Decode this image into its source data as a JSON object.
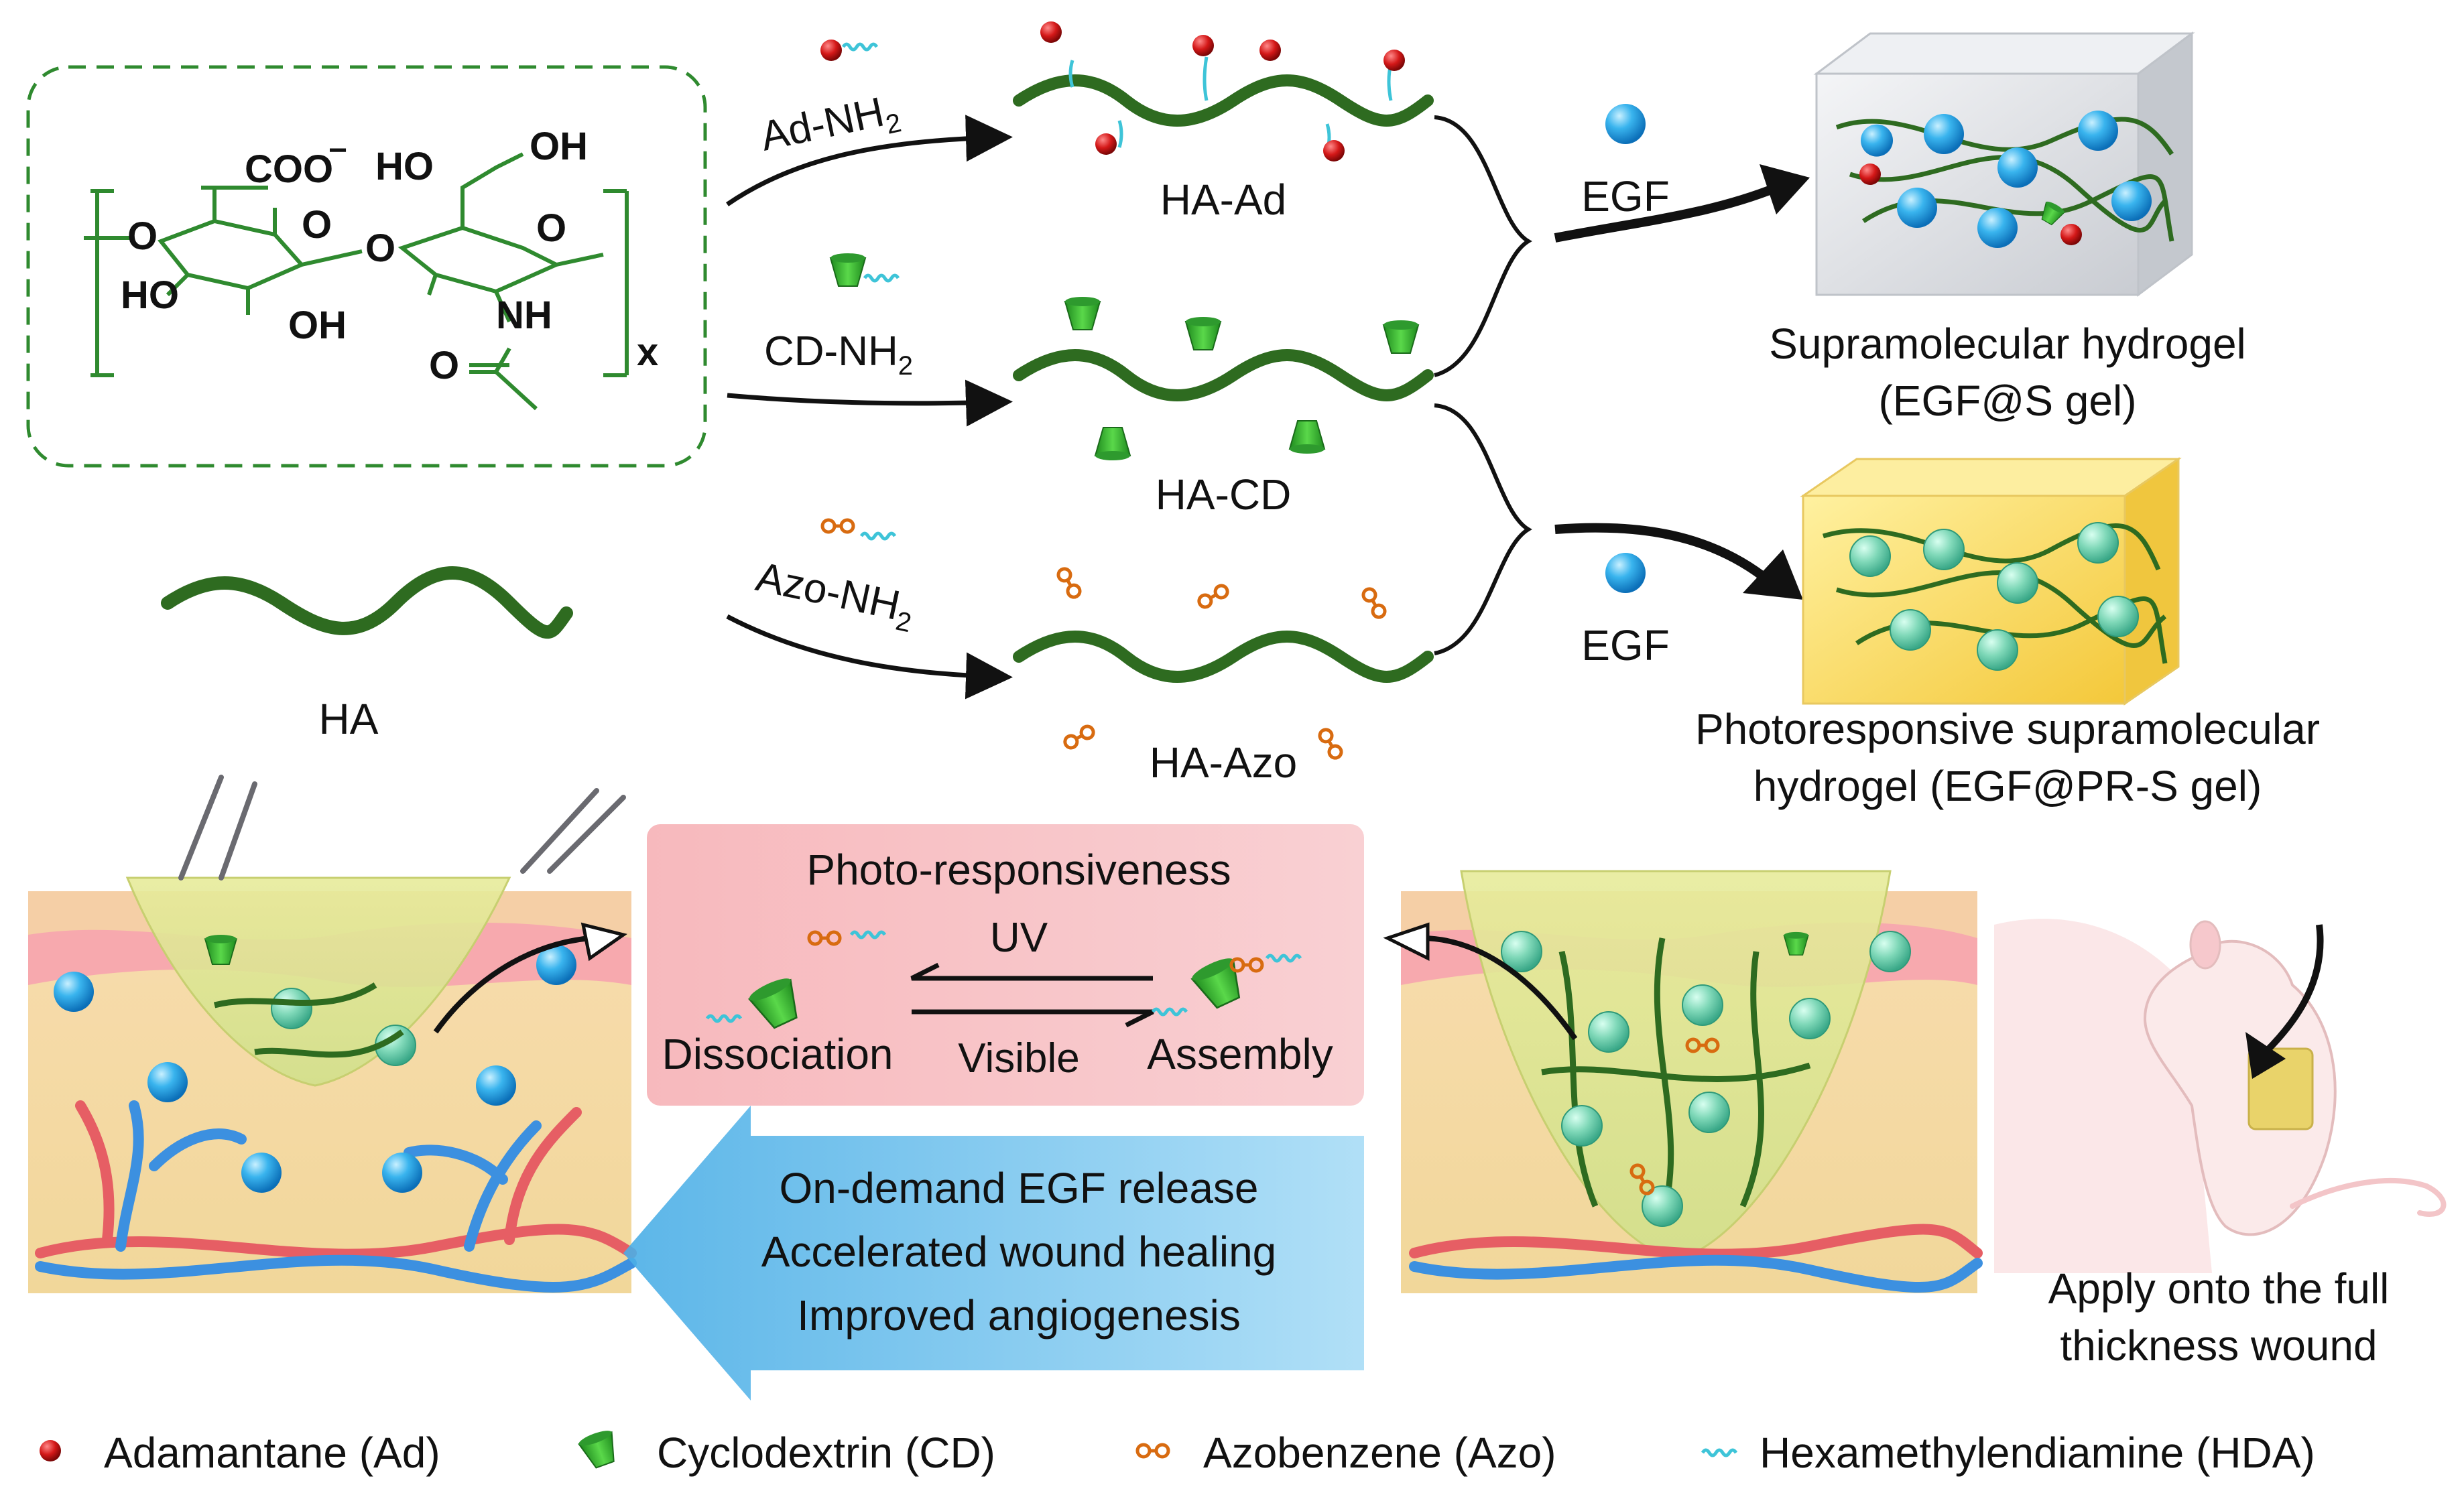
{
  "structure": {
    "cooh": "COO",
    "charge": "−",
    "ho_top": "HO",
    "oh_top": "OH",
    "o_link": "O",
    "o_ring1": "O",
    "o_ring2": "O",
    "ho_left": "HO",
    "oh_bottom": "OH",
    "nh": "NH",
    "o_carbonyl": "O",
    "x": "x"
  },
  "reagents": {
    "ad": "Ad-NH",
    "cd": "CD-NH",
    "azo": "Azo-NH",
    "sub2": "2"
  },
  "polymers": {
    "ha": "HA",
    "ha_ad": "HA-Ad",
    "ha_cd": "HA-CD",
    "ha_azo": "HA-Azo"
  },
  "egf": {
    "top": "EGF",
    "bottom": "EGF"
  },
  "gels": {
    "s_line1": "Supramolecular hydrogel",
    "s_line2": "(EGF@S gel)",
    "pr_line1": "Photoresponsive supramolecular",
    "pr_line2": "hydrogel (EGF@PR-S gel)"
  },
  "photo": {
    "title": "Photo-responsiveness",
    "uv": "UV",
    "visible": "Visible",
    "dissociation": "Dissociation",
    "assembly": "Assembly",
    "uv_color": "#7a2a9a",
    "visible_color": "#2a3de0"
  },
  "outcomes": {
    "line1": "On-demand EGF release",
    "line2": "Accelerated wound healing",
    "line3": "Improved angiogenesis"
  },
  "mouse": {
    "line1": "Apply onto the full",
    "line2": "thickness wound"
  },
  "legend": {
    "ad": "Adamantane (Ad)",
    "cd": "Cyclodextrin (CD)",
    "azo": "Azobenzene (Azo)",
    "hda": "Hexamethylendiamine (HDA)"
  },
  "colors": {
    "ha_green": "#2e6b20",
    "chem_green": "#2f8a2f",
    "ad_red": "#d41818",
    "cd_green": "#46c83a",
    "azo_orange": "#e07a1a",
    "hda_cyan": "#3ec4d8",
    "egf_blue": "#2aa6e6",
    "pink_panel": "#f6c3c6",
    "blue_arrow": "#5cb8ea"
  },
  "icons": [
    "adamantane-icon",
    "cyclodextrin-icon",
    "azobenzene-icon",
    "hda-linker-icon",
    "egf-sphere-icon",
    "mouse-icon"
  ]
}
